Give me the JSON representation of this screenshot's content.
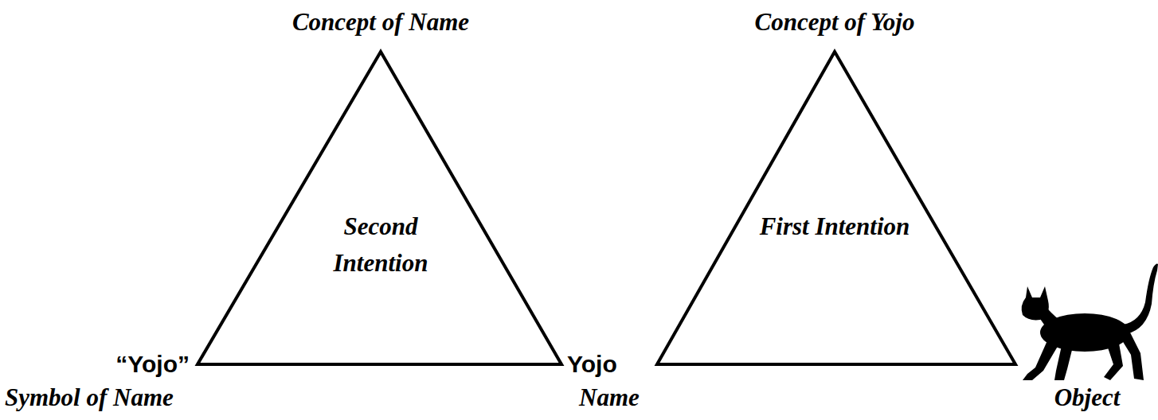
{
  "diagram": {
    "nodes": [
      {
        "text": [
          "Concept of Name",
          "Second Intention"
        ]
      },
      {
        "text": [
          "Concept of Yojo",
          "First Intention"
        ]
      }
    ],
    "labels": [
      "“Yojo”",
      "Symbol of Name",
      "Yojo",
      "Name",
      "Object"
    ]
  }
}
